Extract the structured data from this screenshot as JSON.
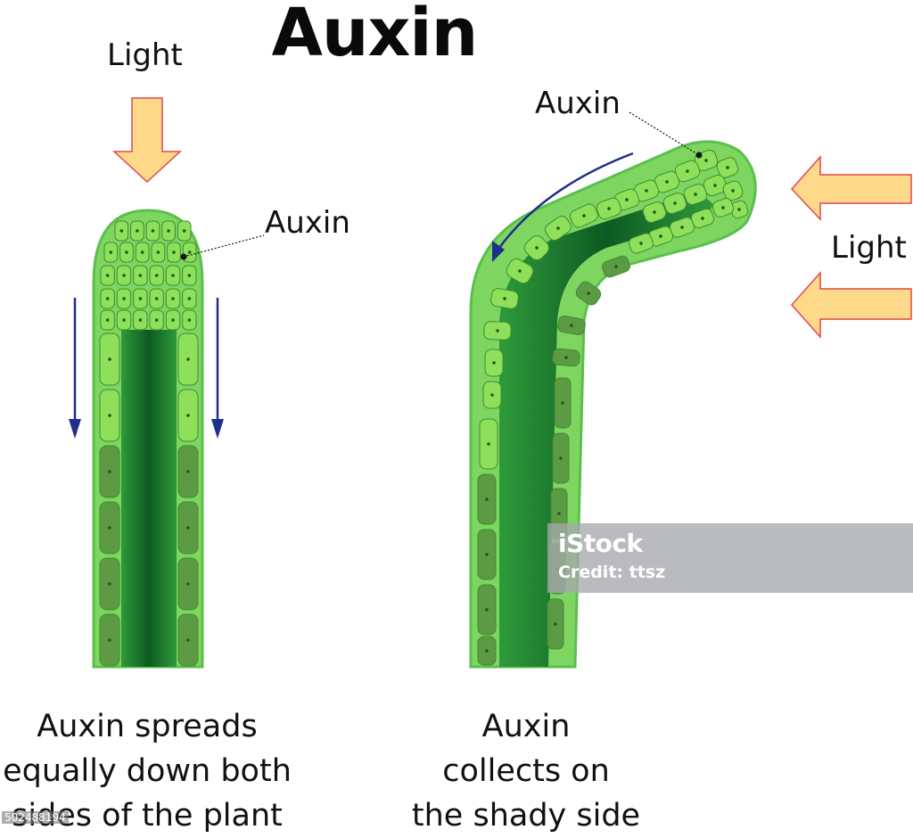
{
  "title": "Auxin",
  "left_panel": {
    "light_label": "Light",
    "auxin_label": "Auxin",
    "caption": [
      "Auxin spreads",
      "equally down both",
      "sides of the plant"
    ]
  },
  "right_panel": {
    "light_label": "Light",
    "auxin_label": "Auxin",
    "caption": [
      "Auxin",
      "collects on",
      "the shady side"
    ]
  },
  "watermark": {
    "brand": "iStock",
    "credit": "Credit: ttsz",
    "stock_id": "502488194"
  },
  "colors": {
    "shoot_outline": "#5bbf4e",
    "shoot_fill_light": "#8fe06a",
    "shoot_core_dark": "#0f5a22",
    "auxin_cell": "#8ee05a",
    "normal_cell": "#5c9a44",
    "light_arrow_fill": "#ffd98a",
    "light_arrow_stroke": "#e0474c",
    "flow_arrow": "#1f2f8c"
  }
}
